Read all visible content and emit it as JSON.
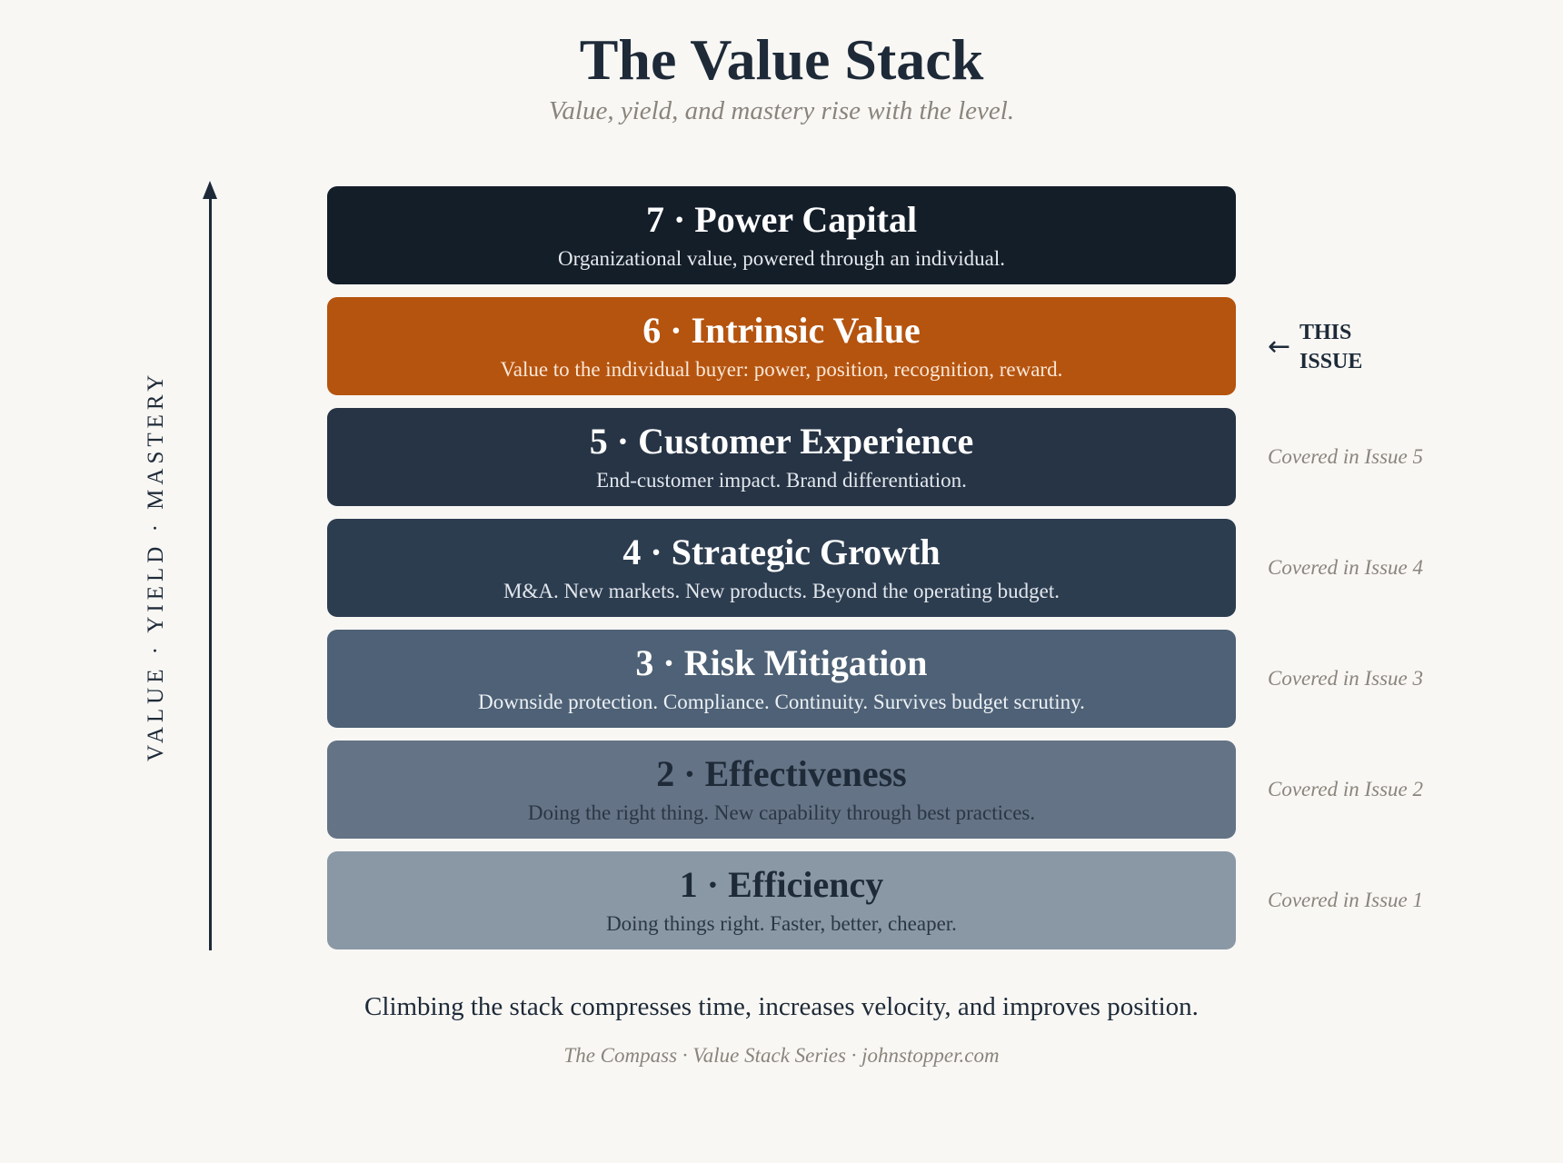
{
  "title": "The Value Stack",
  "subtitle": "Value, yield, and mastery rise with the level.",
  "axis_label": "VALUE · YIELD · MASTERY",
  "levels": [
    {
      "number": "7",
      "title": "7 · Power Capital",
      "description": "Organizational value, powered through an individual.",
      "note": "",
      "background": "#141e29",
      "title_color": "#ffffff",
      "desc_color": "#e6e9ed"
    },
    {
      "number": "6",
      "title": "6 · Intrinsic Value",
      "description": "Value to the individual buyer: power, position, recognition, reward.",
      "note": "",
      "background": "#b5540f",
      "title_color": "#ffffff",
      "desc_color": "#fbe7d6"
    },
    {
      "number": "5",
      "title": "5 · Customer Experience",
      "description": "End-customer impact. Brand differentiation.",
      "note": "Covered in Issue 5",
      "background": "#263445",
      "title_color": "#ffffff",
      "desc_color": "#e2e7ed"
    },
    {
      "number": "4",
      "title": "4 · Strategic Growth",
      "description": "M&A. New markets. New products. Beyond the operating budget.",
      "note": "Covered in Issue 4",
      "background": "#2d3d50",
      "title_color": "#ffffff",
      "desc_color": "#e2e7ed"
    },
    {
      "number": "3",
      "title": "3 · Risk Mitigation",
      "description": "Downside protection. Compliance. Continuity. Survives budget scrutiny.",
      "note": "Covered in Issue 3",
      "background": "#4e6176",
      "title_color": "#ffffff",
      "desc_color": "#edf1f5"
    },
    {
      "number": "2",
      "title": "2 · Effectiveness",
      "description": "Doing the right thing. New capability through best practices.",
      "note": "Covered in Issue 2",
      "background": "#647385",
      "title_color": "#1e2a38",
      "desc_color": "#2a3644"
    },
    {
      "number": "1",
      "title": "1 · Efficiency",
      "description": "Doing things right. Faster, better, cheaper.",
      "note": "Covered in Issue 1",
      "background": "#8a98a6",
      "title_color": "#1e2a38",
      "desc_color": "#2a3644"
    }
  ],
  "this_issue": {
    "arrow": "←",
    "label": "THIS ISSUE"
  },
  "tagline": "Climbing the stack compresses time, increases velocity, and improves position.",
  "footer": "The Compass · Value Stack Series · johnstopper.com"
}
